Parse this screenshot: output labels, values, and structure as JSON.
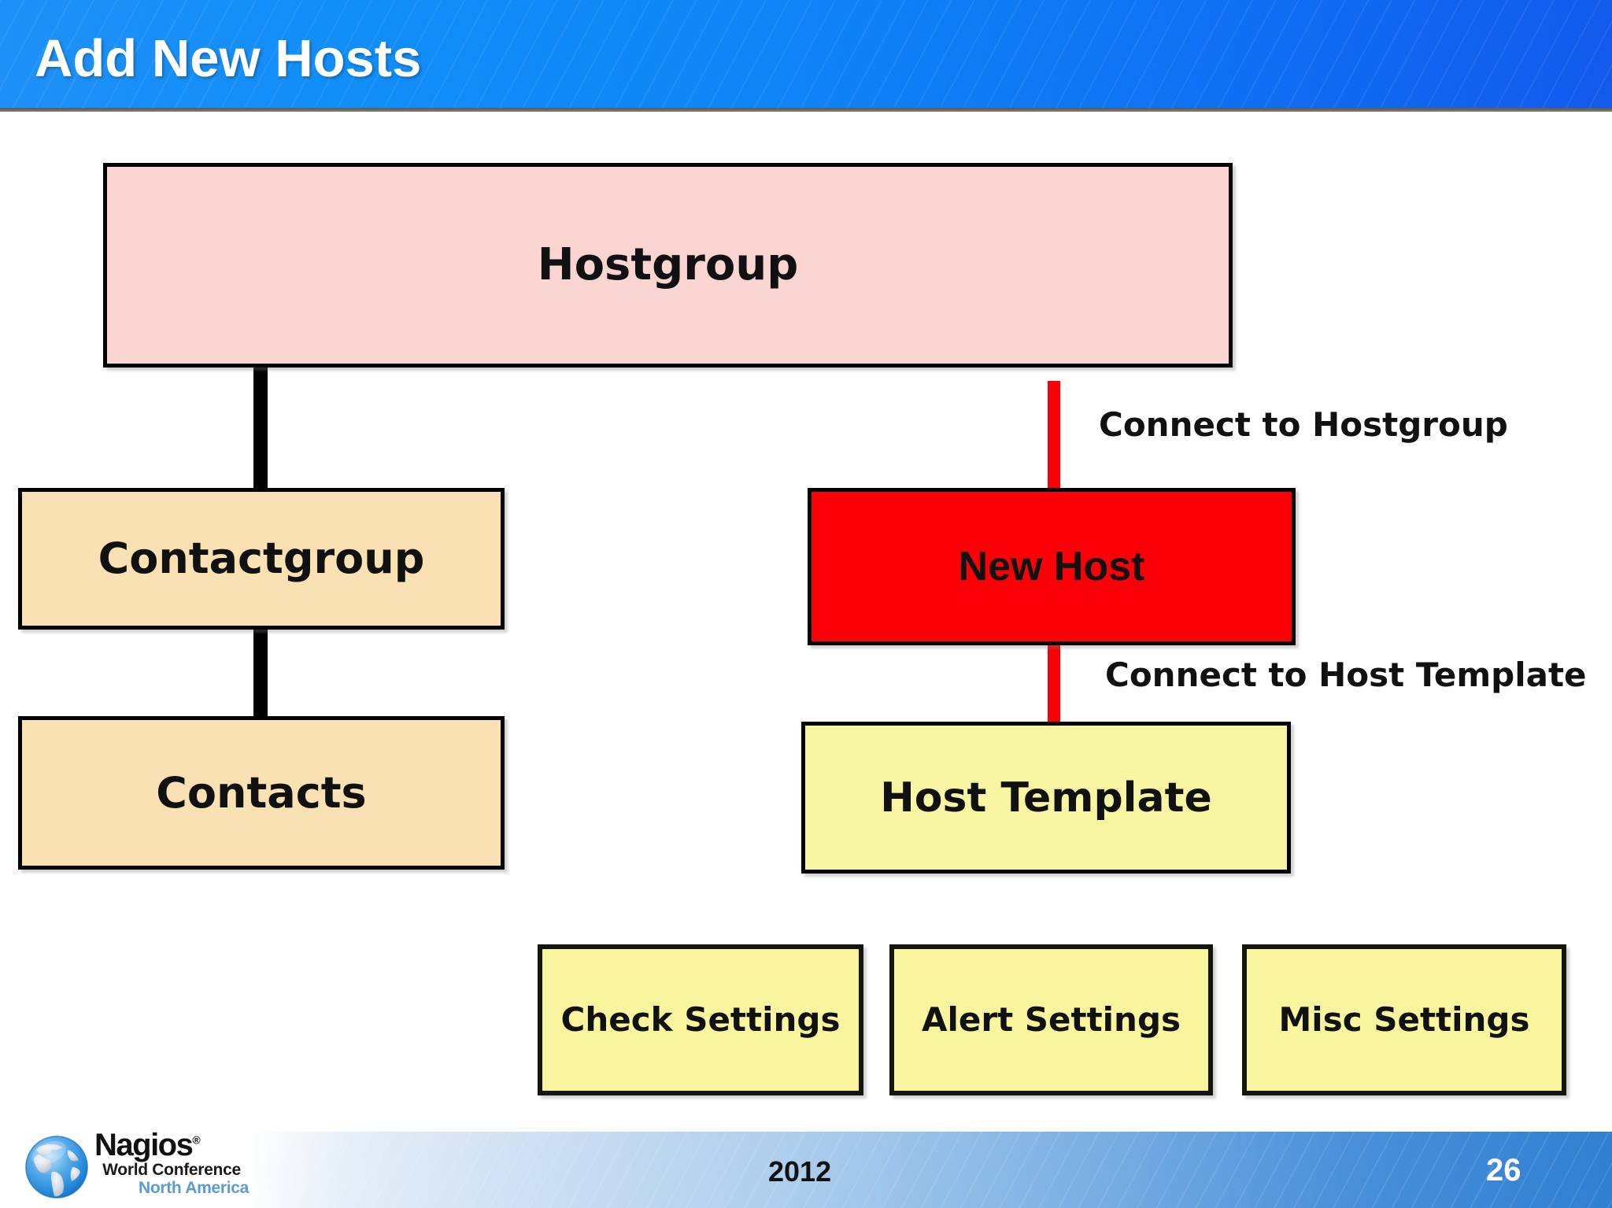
{
  "header": {
    "title": "Add New Hosts"
  },
  "diagram": {
    "boxes": [
      {
        "id": "hostgroup",
        "label": "Hostgroup",
        "color": "#fbd5d1"
      },
      {
        "id": "contactgroup",
        "label": "Contactgroup",
        "color": "#fae1b4"
      },
      {
        "id": "contacts",
        "label": "Contacts",
        "color": "#fae1b4"
      },
      {
        "id": "newhost",
        "label": "New Host",
        "color": "#fb0007"
      },
      {
        "id": "hosttemplate",
        "label": "Host Template",
        "color": "#f8f5a2"
      },
      {
        "id": "check-settings",
        "label": "Check Settings",
        "color": "#f8f59e"
      },
      {
        "id": "alert-settings",
        "label": "Alert Settings",
        "color": "#f8f59e"
      },
      {
        "id": "misc-settings",
        "label": "Misc Settings",
        "color": "#f8f59e"
      }
    ],
    "connectors": [
      {
        "id": "hostgroup-to-contactgroup",
        "color": "#000000"
      },
      {
        "id": "contactgroup-to-contacts",
        "color": "#000000"
      },
      {
        "id": "hostgroup-to-newhost",
        "color": "#fb0007"
      },
      {
        "id": "newhost-to-hosttemplate",
        "color": "#fb0007"
      }
    ],
    "connector_labels": {
      "connect_hostgroup": "Connect to Hostgroup",
      "connect_hosttemplate": "Connect to Host Template"
    }
  },
  "footer": {
    "year": "2012",
    "page_number": "26",
    "logo": {
      "brand": "Nagios",
      "registered_mark": "®",
      "line2": "World Conference",
      "line3": "North America",
      "line3_color": "#5b9bd5"
    }
  }
}
